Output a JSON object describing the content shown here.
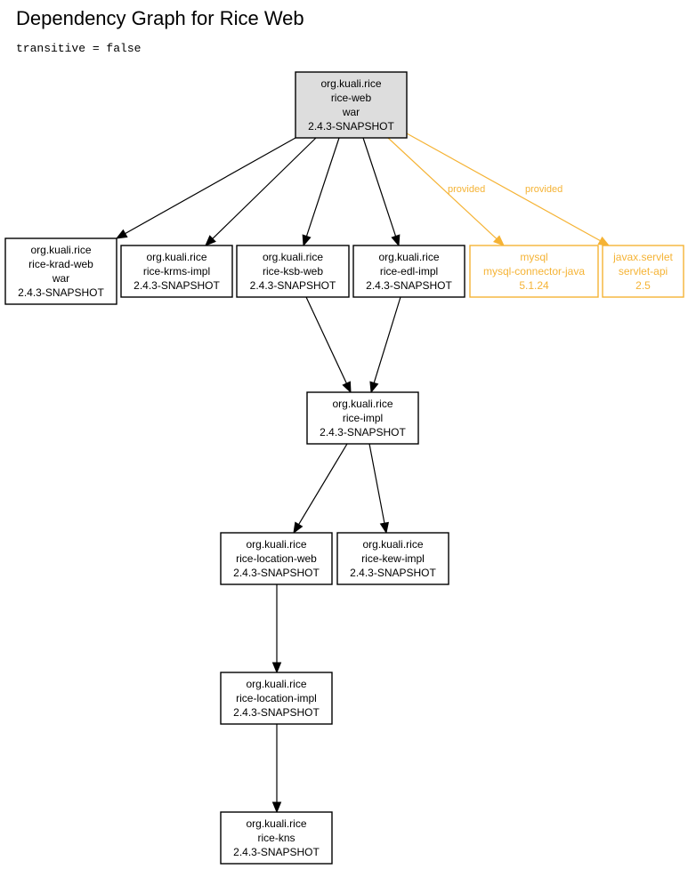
{
  "page": {
    "title": "Dependency Graph for Rice Web",
    "subtitle": "transitive = false"
  },
  "graph": {
    "nodes": [
      {
        "id": "rice-web",
        "lines": [
          "org.kuali.rice",
          "rice-web",
          "war",
          "2.4.3-SNAPSHOT"
        ],
        "style": "root"
      },
      {
        "id": "rice-krad-web",
        "lines": [
          "org.kuali.rice",
          "rice-krad-web",
          "war",
          "2.4.3-SNAPSHOT"
        ],
        "style": "normal"
      },
      {
        "id": "rice-krms-impl",
        "lines": [
          "org.kuali.rice",
          "rice-krms-impl",
          "2.4.3-SNAPSHOT"
        ],
        "style": "normal"
      },
      {
        "id": "rice-ksb-web",
        "lines": [
          "org.kuali.rice",
          "rice-ksb-web",
          "2.4.3-SNAPSHOT"
        ],
        "style": "normal"
      },
      {
        "id": "rice-edl-impl",
        "lines": [
          "org.kuali.rice",
          "rice-edl-impl",
          "2.4.3-SNAPSHOT"
        ],
        "style": "normal"
      },
      {
        "id": "mysql-connector-java",
        "lines": [
          "mysql",
          "mysql-connector-java",
          "5.1.24"
        ],
        "style": "provided"
      },
      {
        "id": "servlet-api",
        "lines": [
          "javax.servlet",
          "servlet-api",
          "2.5"
        ],
        "style": "provided"
      },
      {
        "id": "rice-impl",
        "lines": [
          "org.kuali.rice",
          "rice-impl",
          "2.4.3-SNAPSHOT"
        ],
        "style": "normal"
      },
      {
        "id": "rice-location-web",
        "lines": [
          "org.kuali.rice",
          "rice-location-web",
          "2.4.3-SNAPSHOT"
        ],
        "style": "normal"
      },
      {
        "id": "rice-kew-impl",
        "lines": [
          "org.kuali.rice",
          "rice-kew-impl",
          "2.4.3-SNAPSHOT"
        ],
        "style": "normal"
      },
      {
        "id": "rice-location-impl",
        "lines": [
          "org.kuali.rice",
          "rice-location-impl",
          "2.4.3-SNAPSHOT"
        ],
        "style": "normal"
      },
      {
        "id": "rice-kns",
        "lines": [
          "org.kuali.rice",
          "rice-kns",
          "2.4.3-SNAPSHOT"
        ],
        "style": "normal"
      }
    ],
    "edges": [
      {
        "from": "rice-web",
        "to": "rice-krad-web",
        "label": "",
        "style": "normal"
      },
      {
        "from": "rice-web",
        "to": "rice-krms-impl",
        "label": "",
        "style": "normal"
      },
      {
        "from": "rice-web",
        "to": "rice-ksb-web",
        "label": "",
        "style": "normal"
      },
      {
        "from": "rice-web",
        "to": "rice-edl-impl",
        "label": "",
        "style": "normal"
      },
      {
        "from": "rice-web",
        "to": "mysql-connector-java",
        "label": "provided",
        "style": "provided"
      },
      {
        "from": "rice-web",
        "to": "servlet-api",
        "label": "provided",
        "style": "provided"
      },
      {
        "from": "rice-ksb-web",
        "to": "rice-impl",
        "label": "",
        "style": "normal"
      },
      {
        "from": "rice-edl-impl",
        "to": "rice-impl",
        "label": "",
        "style": "normal"
      },
      {
        "from": "rice-impl",
        "to": "rice-location-web",
        "label": "",
        "style": "normal"
      },
      {
        "from": "rice-impl",
        "to": "rice-kew-impl",
        "label": "",
        "style": "normal"
      },
      {
        "from": "rice-location-web",
        "to": "rice-location-impl",
        "label": "",
        "style": "normal"
      },
      {
        "from": "rice-location-impl",
        "to": "rice-kns",
        "label": "",
        "style": "normal"
      }
    ]
  }
}
